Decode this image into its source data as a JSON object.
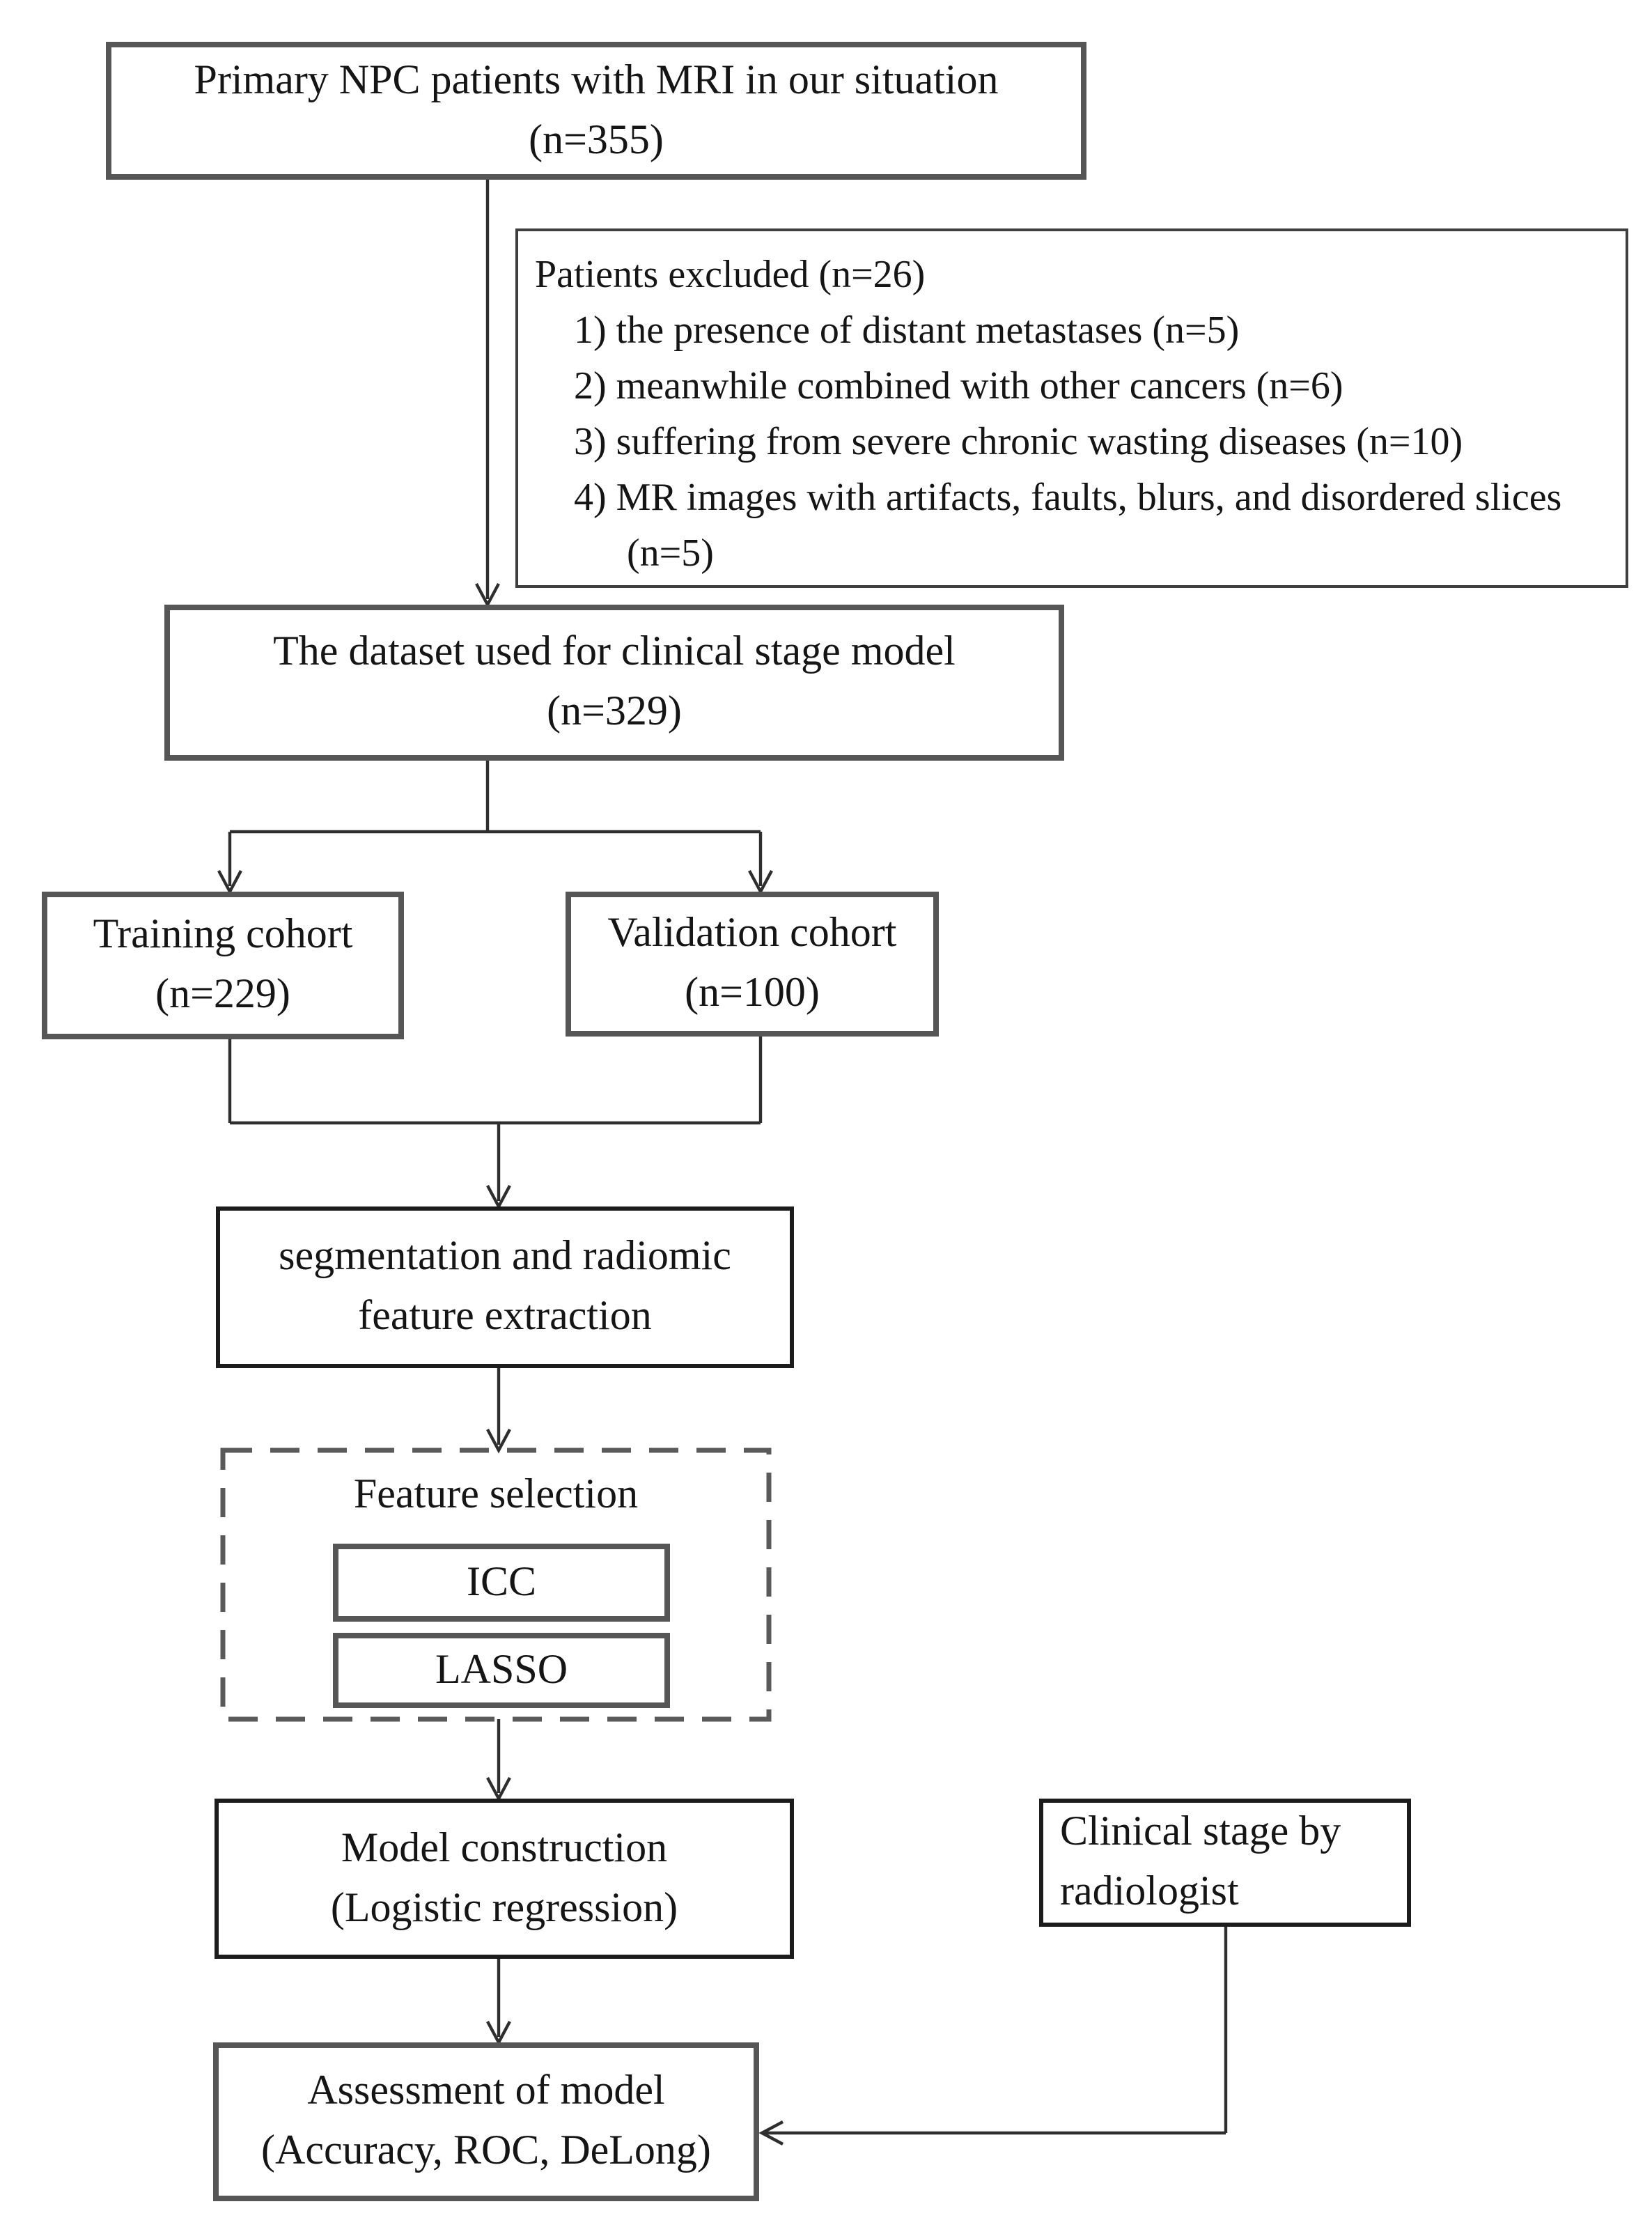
{
  "figure": {
    "type": "flowchart",
    "colors": {
      "background": "#ffffff",
      "connector_line": "#2e2e2e",
      "box_border_gray": "#565656",
      "box_border_dark": "#1c1c1c",
      "text": "#151515"
    },
    "nodes": {
      "primary": {
        "line1": "Primary NPC patients with MRI in our situation",
        "line2": "(n=355)"
      },
      "excluded": {
        "title": "Patients excluded (n=26)",
        "items": [
          "1) the presence of distant metastases (n=5)",
          "2) meanwhile combined with other cancers (n=6)",
          "3) suffering from severe chronic wasting diseases (n=10)",
          "4) MR images with artifacts, faults, blurs, and disordered slices (n=5)"
        ]
      },
      "dataset": {
        "line1": "The dataset used for clinical stage model",
        "line2": "(n=329)"
      },
      "training": {
        "line1": "Training cohort",
        "line2": "(n=229)"
      },
      "validation": {
        "line1": "Validation cohort",
        "line2": "(n=100)"
      },
      "segmentation": {
        "line1": "segmentation and radiomic",
        "line2": "feature extraction"
      },
      "feature_selection": {
        "title": "Feature selection",
        "icc": "ICC",
        "lasso": "LASSO"
      },
      "model": {
        "line1": "Model construction",
        "line2": "(Logistic regression)"
      },
      "clinical": {
        "line1": "Clinical stage by",
        "line2": "radiologist"
      },
      "assessment": {
        "line1": "Assessment of model",
        "line2": "(Accuracy, ROC, DeLong)"
      }
    }
  }
}
